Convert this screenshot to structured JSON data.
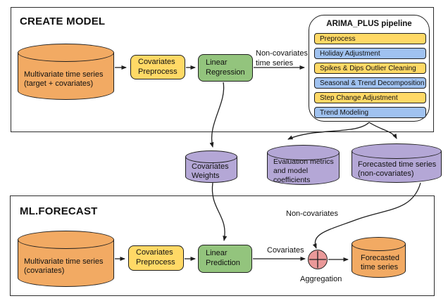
{
  "colors": {
    "orange": "#F2AA63",
    "yellow": "#FFD966",
    "green": "#93C47D",
    "purple": "#B4A7D6",
    "blue": "#A0C2F0",
    "pink": "#EA9999",
    "line": "#1f1f1f"
  },
  "create_model": {
    "title": "CREATE MODEL",
    "source": {
      "line1": "Multivariate time series",
      "line2": "(target + covariates)"
    },
    "preprocess": {
      "line1": "Covariates",
      "line2": "Preprocess"
    },
    "regression": {
      "line1": "Linear",
      "line2": "Regression"
    },
    "edge_label": {
      "line1": "Non-covariates",
      "line2": "time series"
    }
  },
  "arima": {
    "title": "ARIMA_PLUS pipeline",
    "items": [
      {
        "label": "Preprocess",
        "color": "yellow"
      },
      {
        "label": "Holiday Adjustment",
        "color": "blue"
      },
      {
        "label": "Spikes & Dips Outlier Cleaning",
        "color": "yellow"
      },
      {
        "label": "Seasonal & Trend Decomposition",
        "color": "blue"
      },
      {
        "label": "Step Change Adjustment",
        "color": "yellow"
      },
      {
        "label": "Trend Modeling",
        "color": "blue"
      }
    ]
  },
  "outputs": {
    "weights": {
      "line1": "Covariates",
      "line2": "Weights"
    },
    "eval": {
      "line1": "Evaluation metrics",
      "line2": "and model",
      "line3": "coefficients"
    },
    "forecast_nc": {
      "line1": "Forecasted time series",
      "line2": "(non-covariates)"
    }
  },
  "ml_forecast": {
    "title": "ML.FORECAST",
    "source": {
      "line1": "Multivariate time series",
      "line2": "(covariates)"
    },
    "preprocess": {
      "line1": "Covariates",
      "line2": "Preprocess"
    },
    "prediction": {
      "line1": "Linear",
      "line2": "Prediction"
    },
    "labels": {
      "non_covariates": "Non-covariates",
      "covariates": "Covariates",
      "aggregation": "Aggregation"
    },
    "result": {
      "line1": "Forecasted",
      "line2": "time series"
    }
  }
}
